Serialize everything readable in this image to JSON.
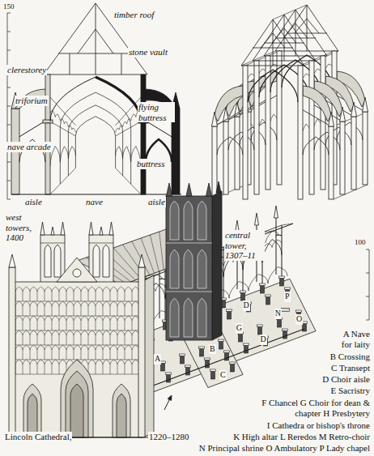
{
  "diagram": {
    "labels": [
      "150",
      "timber roof",
      "stone vault",
      "clerestorey",
      "triforium",
      "flying buttress",
      "nave arcade",
      "buttress",
      "aisle",
      "nave",
      "aisle",
      "central tower, 1307–11",
      "100",
      "west towers, 1400",
      "A Nave for laity",
      "B Crossing",
      "C Transept",
      "D Choir aisle",
      "E Sacristry",
      "F Chancel G Choir for dean & chapter H Presbytery",
      "I Cathedra or bishop's throne",
      "K High altar L Reredos M Retro-choir",
      "N Principal shrine O Ambulatory P Lady chapel",
      "Lincoln Cathedral,",
      "1220–1280",
      "A",
      "B",
      "C",
      "G",
      "D",
      "D",
      "N",
      "O",
      "P"
    ]
  }
}
